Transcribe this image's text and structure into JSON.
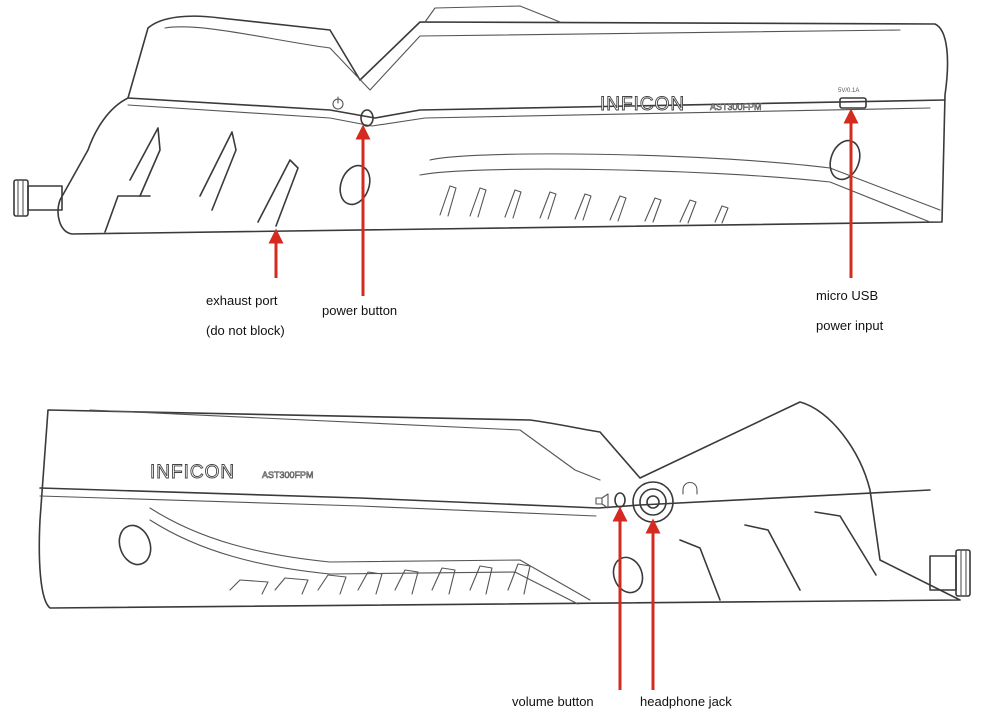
{
  "top_view": {
    "brand_logo_text": "INFICON",
    "model_text": "AST300FPM",
    "usb_port_marking": "5V/0.1A",
    "labels": {
      "exhaust_port_line1": "exhaust port",
      "exhaust_port_line2": "(do not block)",
      "power_button": "power button",
      "micro_usb_line1": "micro USB",
      "micro_usb_line2": "power input"
    }
  },
  "bottom_view": {
    "brand_logo_text": "INFICON",
    "model_text": "AST300FPM",
    "labels": {
      "volume_button": "volume button",
      "headphone_jack": "headphone jack"
    }
  },
  "colors": {
    "arrow": "#d42a1f",
    "outline": "#3a3a3a",
    "background": "#ffffff"
  }
}
